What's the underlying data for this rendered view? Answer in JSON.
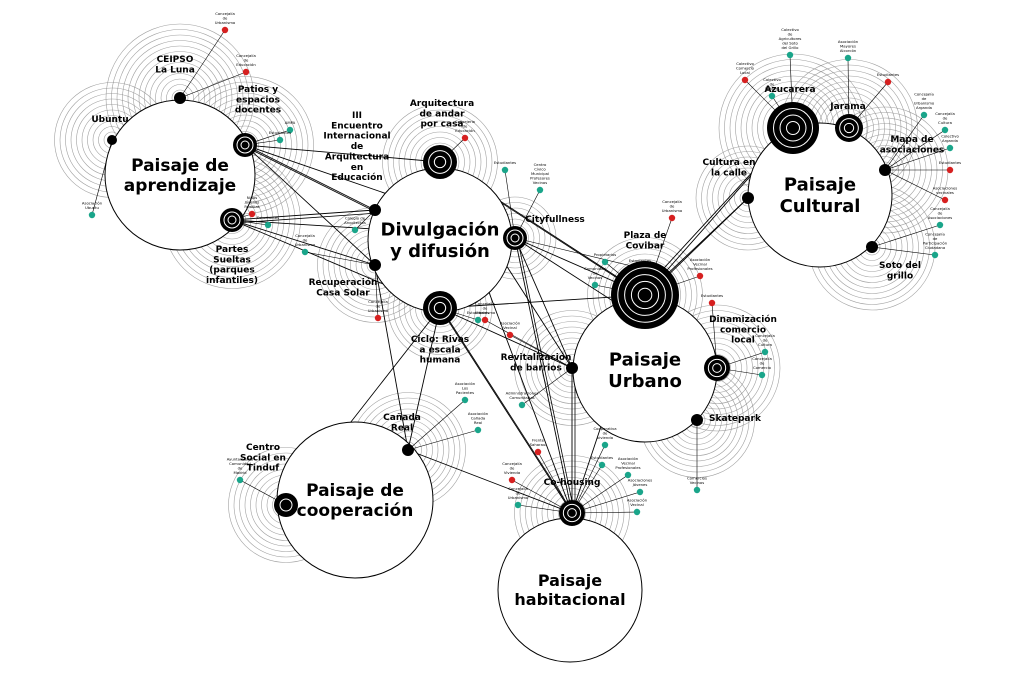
{
  "colors": {
    "line": "#000000",
    "ring": "#8a8a8a",
    "teal": "#1aa58a",
    "red": "#d62020",
    "fill": "#ffffff",
    "node": "#000000"
  },
  "landscapes": [
    {
      "id": "aprendizaje",
      "lines": [
        "Paisaje de",
        "aprendizaje"
      ]
    },
    {
      "id": "divulgacion",
      "lines": [
        "Divulgación",
        "y difusión"
      ]
    },
    {
      "id": "cultural",
      "lines": [
        "Paisaje",
        "Cultural"
      ]
    },
    {
      "id": "urbano",
      "lines": [
        "Paisaje",
        "Urbano"
      ]
    },
    {
      "id": "cooperacion",
      "lines": [
        "Paisaje de",
        "cooperación"
      ]
    },
    {
      "id": "habitacional",
      "lines": [
        "Paisaje",
        "habitacional"
      ]
    }
  ],
  "nodes": [
    {
      "id": "ceipso",
      "lines": [
        "CEIPSO",
        "La Luna"
      ]
    },
    {
      "id": "ubuntu",
      "lines": [
        "Ubuntu"
      ]
    },
    {
      "id": "patios",
      "lines": [
        "Patios y",
        "espacios",
        "docentes"
      ]
    },
    {
      "id": "partes",
      "lines": [
        "Partes",
        "Sueltas",
        "(parques",
        "infantiles)"
      ]
    },
    {
      "id": "encuentro",
      "lines": [
        "III",
        "Encuentro",
        "Internacional",
        "de",
        "Arquitectura",
        "en",
        "Educación"
      ]
    },
    {
      "id": "andar",
      "lines": [
        "Arquitectura",
        "de andar",
        "por casa"
      ]
    },
    {
      "id": "cityfullness",
      "lines": [
        "Cityfullness"
      ]
    },
    {
      "id": "recuperacion",
      "lines": [
        "Recuperación",
        "Casa Solar"
      ]
    },
    {
      "id": "ciclo",
      "lines": [
        "Ciclo: Rivas",
        "a escala",
        "humana"
      ]
    },
    {
      "id": "revitalizacion",
      "lines": [
        "Revitalización",
        "de barrios"
      ]
    },
    {
      "id": "canada",
      "lines": [
        "Cañada",
        "Real"
      ]
    },
    {
      "id": "tinduf",
      "lines": [
        "Centro",
        "Social en",
        "Tinduf"
      ]
    },
    {
      "id": "cohousing",
      "lines": [
        "Co-housing"
      ]
    },
    {
      "id": "plaza",
      "lines": [
        "Plaza de",
        "Covibar"
      ]
    },
    {
      "id": "dinamizacion",
      "lines": [
        "Dinamización",
        "comercio",
        "local"
      ]
    },
    {
      "id": "skatepark",
      "lines": [
        "Skatepark"
      ]
    },
    {
      "id": "azucarera",
      "lines": [
        "Azucarera"
      ]
    },
    {
      "id": "jarama",
      "lines": [
        "Jarama"
      ]
    },
    {
      "id": "cultura",
      "lines": [
        "Cultura en",
        "la calle"
      ]
    },
    {
      "id": "mapa",
      "lines": [
        "Mapa de",
        "asociaciones"
      ]
    },
    {
      "id": "soto",
      "lines": [
        "Soto del",
        "grillo"
      ]
    }
  ],
  "leaf_labels": [
    [
      "Concejalía",
      "de",
      "Urbanismo"
    ],
    [
      "Concejalía",
      "de",
      "Educación"
    ],
    [
      "AMPA"
    ],
    [
      "Estudiantes"
    ],
    [
      "Asociación",
      "Ubuntu"
    ],
    [
      "Niños",
      "Jóvenes",
      "Familias"
    ],
    [
      "Estudiantes"
    ],
    [
      "Colegio de",
      "Arquitectos"
    ],
    [
      "Consejería",
      "de",
      "Educación"
    ],
    [
      "Estudiantes"
    ],
    [
      "Centro",
      "Cívico",
      "Municipal",
      "Profesores",
      "Vecinos"
    ],
    [
      "Concejalía",
      "de",
      "Urbanismo"
    ],
    [
      "Concejalía",
      "de",
      "Urbanismo"
    ],
    [
      "Estudiantes"
    ],
    [
      "Estudiantes"
    ],
    [
      "Asociación",
      "Vecinal"
    ],
    [
      "Concejalía",
      "de",
      "Urbanismo"
    ],
    [
      "Asociación",
      "Los",
      "Pacientes"
    ],
    [
      "Asociación",
      "Cañada",
      "Real"
    ],
    [
      "Administraciones",
      "Comunitarias"
    ],
    [
      "Ayuntamiento",
      "Comunidad",
      "de",
      "Madrid"
    ],
    [
      "Frente",
      "Saharaui"
    ],
    [
      "Concejalía",
      "de",
      "Vivienda"
    ],
    [
      "Concejalía",
      "de",
      "Urbanismo"
    ],
    [
      "Cooperativa",
      "de",
      "vivienda"
    ],
    [
      "Estudiantes"
    ],
    [
      "Asociación",
      "Vecinal",
      "Profesionales"
    ],
    [
      "Asociaciones",
      "Jóvenes"
    ],
    [
      "Asociación",
      "Vecinal"
    ],
    [
      "Propietarios"
    ],
    [
      "Comunidad",
      "de",
      "Vecinos"
    ],
    [
      "Asociación",
      "Vecinal",
      "Profesionales"
    ],
    [
      "Estudiantes"
    ],
    [
      "Concejalía",
      "de",
      "Cultura"
    ],
    [
      "Concejalía",
      "de",
      "Comercio"
    ],
    [
      "Comercios",
      "Vecinos"
    ],
    [
      "Colectivo",
      "Comercio",
      "Local"
    ],
    [
      "Colectivo",
      "de",
      "Skaters"
    ],
    [
      "Asociación",
      "Mayores",
      "Alcorcón"
    ],
    [
      "Estudiantes"
    ],
    [
      "Concejalía",
      "de",
      "Urbanismo",
      "Arganda"
    ],
    [
      "Concejalía",
      "de",
      "Cultura"
    ],
    [
      "Colectivo",
      "Arganda"
    ],
    [
      "Estudiantes"
    ],
    [
      "Asociaciones",
      "vecinales"
    ],
    [
      "Concejalía",
      "de",
      "Asociaciones"
    ],
    [
      "Concejalía",
      "de",
      "Participación",
      "Ciudadana"
    ],
    [
      "Concejalía",
      "de",
      "Urbanismo"
    ],
    [
      "Colectivo",
      "de",
      "Agricultores",
      "del Soto",
      "del Grillo"
    ]
  ]
}
